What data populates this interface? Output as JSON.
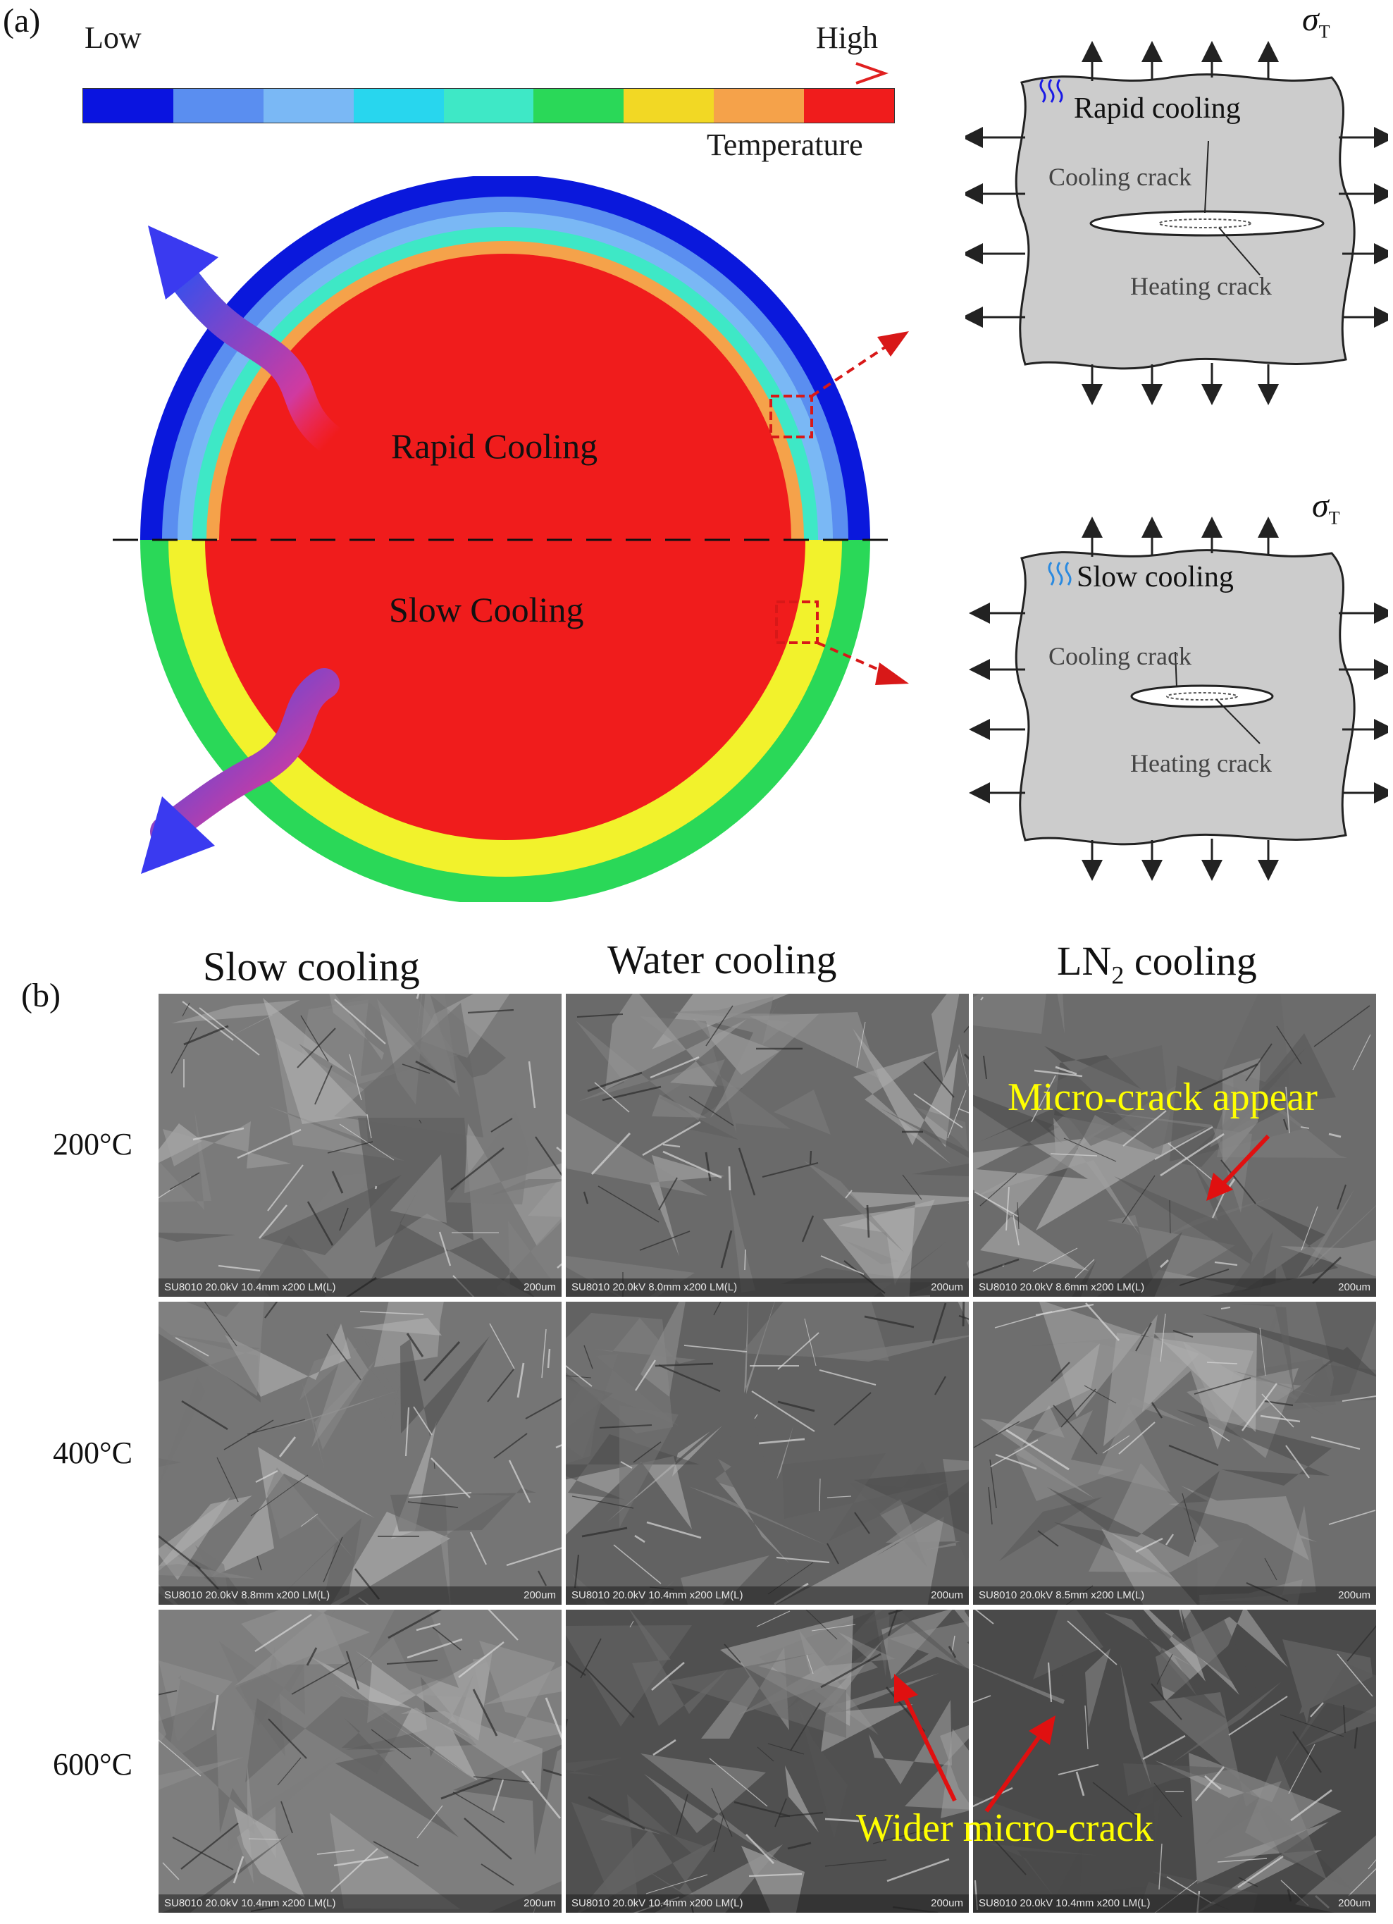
{
  "panel_a": {
    "label": "(a)",
    "scale_low": "Low",
    "scale_high": "High",
    "scale_caption": "Temperature",
    "scale_colors": [
      "#0a14e0",
      "#5a8ef0",
      "#7ab8f5",
      "#28d6ee",
      "#3ee8c6",
      "#2ad858",
      "#f2d824",
      "#f5a24a",
      "#f01c1c"
    ],
    "rapid_label": "Rapid Cooling",
    "slow_label": "Slow Cooling",
    "stress_symbol": "σ",
    "stress_subscript": "T",
    "box_top": {
      "title": "Rapid cooling",
      "cooling_crack": "Cooling crack",
      "heating_crack": "Heating crack"
    },
    "box_bottom": {
      "title": "Slow cooling",
      "cooling_crack": "Cooling crack",
      "heating_crack": "Heating crack"
    },
    "colors": {
      "rapid_title": "#1a1ae6",
      "slow_title": "#2a8ae0",
      "box_fill": "#cccccc",
      "arrow_red": "#e01010",
      "arrow_blue": "#3a3af0"
    }
  },
  "panel_b": {
    "label": "(b)",
    "columns": [
      "Slow cooling",
      "Water cooling",
      "LN",
      "cooling"
    ],
    "ln2_subscript": "2",
    "rows": [
      "200°C",
      "400°C",
      "600°C"
    ],
    "annotation_1": "Micro-crack appear",
    "annotation_2": "Wider micro-crack",
    "sem_scale": "200um",
    "sem_footers": [
      "SU8010 20.0kV 10.4mm x200 LM(L)",
      "SU8010 20.0kV 8.0mm x200 LM(L)",
      "SU8010 20.0kV 8.6mm x200 LM(L)",
      "SU8010 20.0kV 8.8mm x200 LM(L)",
      "SU8010 20.0kV 10.4mm x200 LM(L)",
      "SU8010 20.0kV 8.5mm x200 LM(L)",
      "SU8010 20.0kV 10.4mm x200 LM(L)",
      "SU8010 20.0kV 10.4mm x200 LM(L)",
      "SU8010 20.0kV 10.4mm x200 LM(L)"
    ]
  }
}
